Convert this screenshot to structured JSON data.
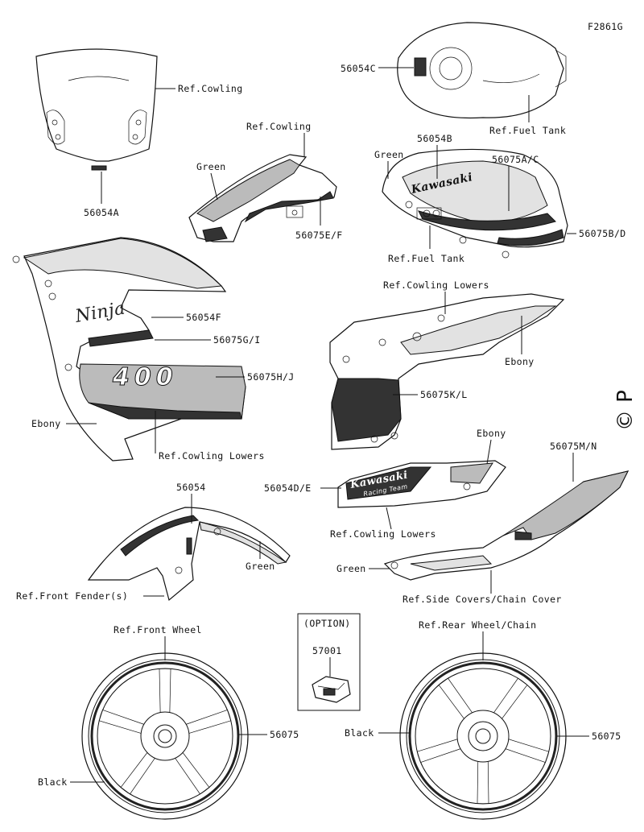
{
  "diagram_code": "F2861G",
  "copyright_mark": "© P",
  "labels": {
    "ref_cowling_1": "Ref.Cowling",
    "p_56054A": "56054A",
    "ref_cowling_2": "Ref.Cowling",
    "green_1": "Green",
    "p_56075EF": "56075E/F",
    "p_56054C": "56054C",
    "ref_fuel_tank_1": "Ref.Fuel Tank",
    "p_56054B": "56054B",
    "green_2": "Green",
    "p_56075AC": "56075A/C",
    "p_56075BD": "56075B/D",
    "ref_fuel_tank_2": "Ref.Fuel Tank",
    "p_56054F": "56054F",
    "p_56075GI": "56075G/I",
    "p_56075HJ": "56075H/J",
    "ebony_1": "Ebony",
    "ref_cowling_lowers_1": "Ref.Cowling Lowers",
    "ref_cowling_lowers_2": "Ref.Cowling Lowers",
    "ebony_2": "Ebony",
    "p_56075KL": "56075K/L",
    "ebony_3": "Ebony",
    "p_56054DE": "56054D/E",
    "ref_cowling_lowers_3": "Ref.Cowling Lowers",
    "p_56075MN": "56075M/N",
    "green_3": "Green",
    "ref_side_covers": "Ref.Side Covers/Chain Cover",
    "p_56054": "56054",
    "green_4": "Green",
    "ref_front_fender": "Ref.Front Fender(s)",
    "ref_front_wheel": "Ref.Front Wheel",
    "p_56075_front": "56075",
    "black_front": "Black",
    "option_title": "(OPTION)",
    "p_57001": "57001",
    "ref_rear_wheel": "Ref.Rear Wheel/Chain",
    "black_rear": "Black",
    "p_56075_rear": "56075"
  },
  "decal_text": {
    "kawasaki_tank": "Kawasaki",
    "ninja": "Ninja",
    "model_number": "400",
    "kawasaki_lower": "Kawasaki",
    "racing_team": "Racing Team"
  }
}
